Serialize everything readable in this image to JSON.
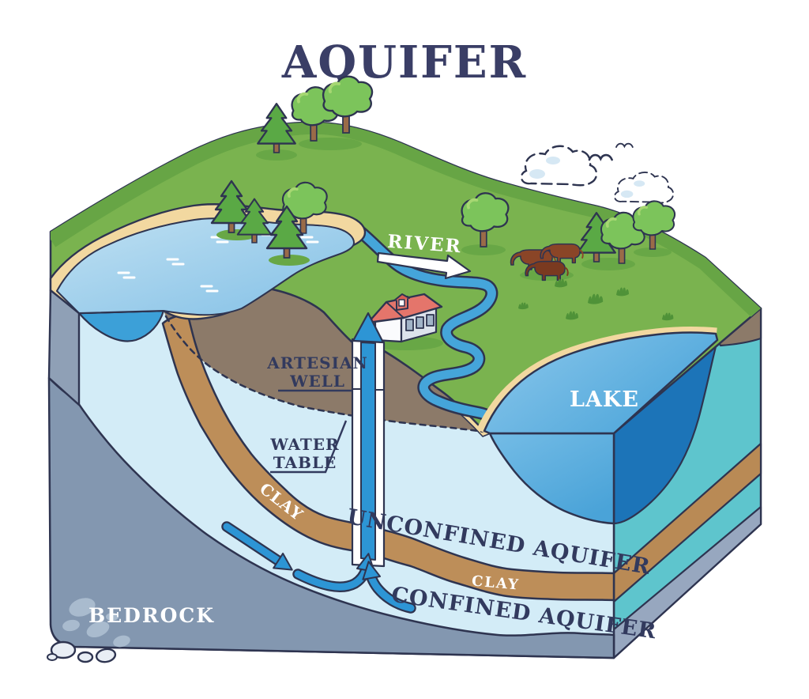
{
  "title": "AQUIFER",
  "labels": {
    "river": "RIVER",
    "artesian_well": [
      "ARTESIAN",
      "WELL"
    ],
    "water_table": [
      "WATER",
      "TABLE"
    ],
    "clay_upper": "CLAY",
    "clay_layer": "CLAY",
    "lake": "LAKE",
    "unconfined_aquifer": "UNCONFINED AQUIFER",
    "confined_aquifer": "CONFINED AQUIFER",
    "bedrock": "BEDROCK"
  },
  "colors": {
    "title_text": "#3a3e66",
    "label_text_dark": "#323a5e",
    "label_text_light": "#ffffff",
    "outline": "#2e3450",
    "grass": "#7ab34f",
    "grass_shadow": "#68a746",
    "sand": "#f2d8a0",
    "pond_water": "#a8d4ea",
    "river_water": "#45a5da",
    "lake_surface": "#6ab8e4",
    "lake_cross_section": "#57aedf",
    "lake_side_face": "#1c74b8",
    "topsoil": "#8c7a69",
    "clay": "#bd8e59",
    "aquifer_water": "#d3ecf7",
    "bedrock_rock": "#8397b0",
    "side_face_teal": "#5ec5cd",
    "flow_arrow_blue": "#2d95d5",
    "house_roof": "#e4756b",
    "cow_brown": "#8a4527",
    "cloud_shade": "#d6e8f4"
  },
  "scene": {
    "type": "illustrated cross-section diagram",
    "features": [
      "pond",
      "river",
      "lake",
      "artesian well pipe",
      "water table line",
      "clay layers",
      "unconfined aquifer",
      "confined aquifer",
      "bedrock",
      "house",
      "cows",
      "trees",
      "pine trees",
      "clouds",
      "birds",
      "groundwater flow arrows",
      "rocks"
    ]
  }
}
